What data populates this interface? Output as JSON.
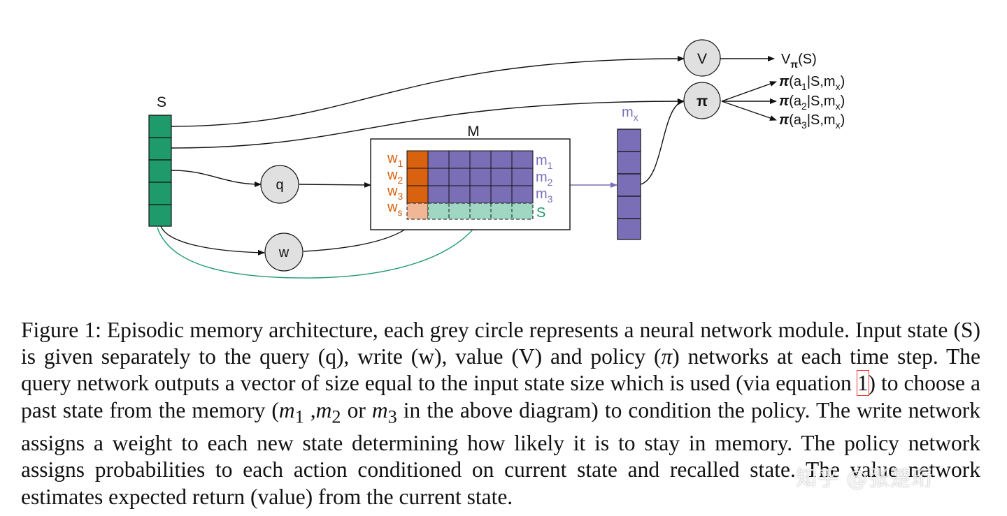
{
  "colors": {
    "state_green": "#1f9a6b",
    "memory_purple": "#7a6fb6",
    "weight_orange": "#d8620f",
    "weight_light": "#f0b696",
    "state_light": "#9fd7c3",
    "module_grey": "#e0e0e0"
  },
  "diagram": {
    "state_label": "S",
    "memory_label": "M",
    "mx_label": "m",
    "mx_sub": "x",
    "modules": {
      "query": "q",
      "write": "w",
      "value": "V",
      "policy": "π"
    },
    "weights": [
      {
        "base": "w",
        "sub": "1"
      },
      {
        "base": "w",
        "sub": "2"
      },
      {
        "base": "w",
        "sub": "3"
      },
      {
        "base": "w",
        "sub": "s"
      }
    ],
    "memory_rows": [
      {
        "base": "m",
        "sub": "1"
      },
      {
        "base": "m",
        "sub": "2"
      },
      {
        "base": "m",
        "sub": "3"
      }
    ],
    "state_row_label": "S",
    "outputs": {
      "value": {
        "base": "V",
        "sub": "π",
        "rest": "(S)"
      },
      "policy": [
        {
          "pi": "π",
          "open": "(a",
          "sub1": "1",
          "mid": "|S,m",
          "sub2": "x",
          "close": ")"
        },
        {
          "pi": "π",
          "open": "(a",
          "sub1": "2",
          "mid": "|S,m",
          "sub2": "x",
          "close": ")"
        },
        {
          "pi": "π",
          "open": "(a",
          "sub1": "3",
          "mid": "|S,m",
          "sub2": "x",
          "close": ")"
        }
      ]
    }
  },
  "caption": {
    "p1": "Figure 1: Episodic memory architecture, each grey circle represents a neural network module. Input state (S) is given separately to the query (q), write (w), value (V) and policy (",
    "pi": "π",
    "p2": ") networks at each time step.  The query network outputs a vector of size equal to the input state size which is used (via equation ",
    "ref": "1",
    "p3": ") to choose a past state from the memory (",
    "m1": "m",
    "m1_sub": "1",
    "sep1": " ,",
    "m2": "m",
    "m2_sub": "2",
    "or": " or ",
    "m3": "m",
    "m3_sub": "3",
    "p4": " in the above diagram) to condition the policy. The write network assigns a weight to each new state determining how likely it is to stay in memory. The policy network assigns probabilities to each action conditioned on current state and recalled state. The value network estimates expected return (value) from the current state."
  },
  "watermark": "知乎 @张楚珩"
}
